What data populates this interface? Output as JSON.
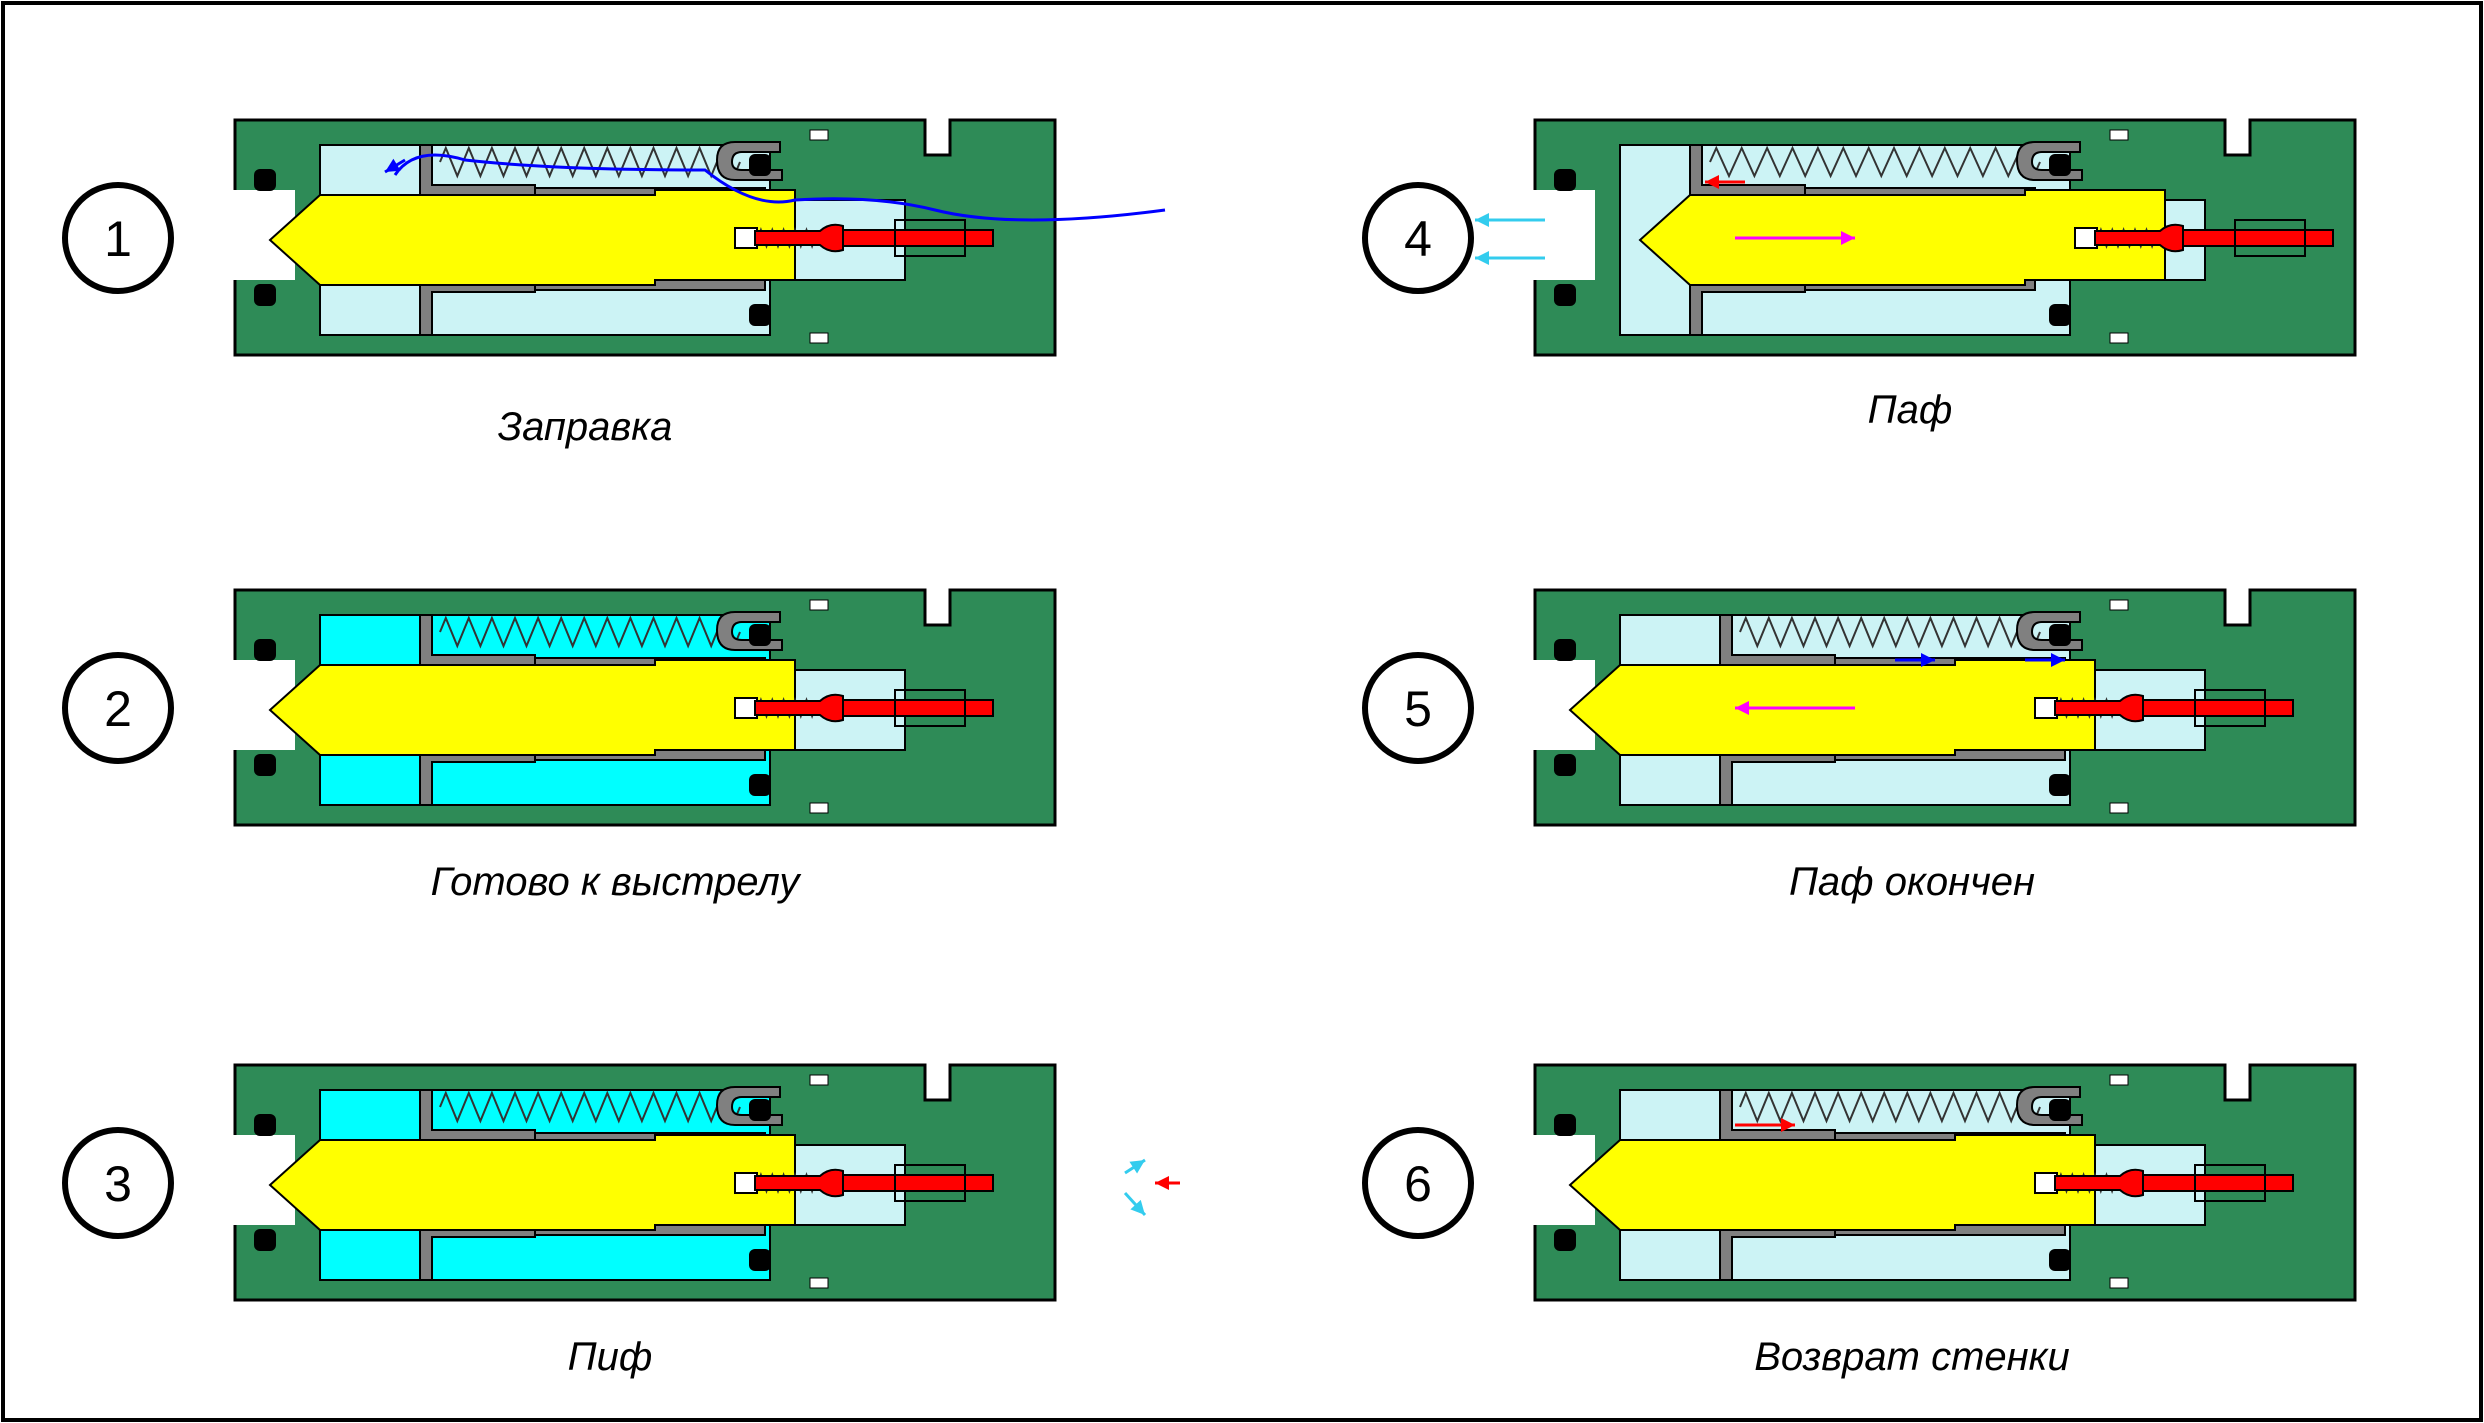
{
  "colors": {
    "body": "#2e8b57",
    "chamber_light": "#ccf3f5",
    "chamber_full": "#00ffff",
    "piston": "#ffff00",
    "valve": "#ff0000",
    "wall": "#808080",
    "arrow_blue": "#0000ff",
    "arrow_cyan": "#33ccee",
    "arrow_magenta": "#ff00ff",
    "arrow_red": "#ff0000"
  },
  "stages": [
    {
      "number": "1",
      "caption": "Заправка",
      "chamber": "light",
      "piston_pos": "back",
      "arrows": [
        "fill-flow"
      ],
      "icons": [
        "airflow-line-icon"
      ]
    },
    {
      "number": "2",
      "caption": "Готово к выстрелу",
      "chamber": "full",
      "piston_pos": "back",
      "arrows": [],
      "icons": []
    },
    {
      "number": "3",
      "caption": "Пиф",
      "chamber": "full",
      "piston_pos": "back",
      "arrows": [
        "trigger-in",
        "vent-out"
      ],
      "icons": [
        "arrow-left-icon",
        "vent-arrows-icon"
      ]
    },
    {
      "number": "4",
      "caption": "Паф",
      "chamber": "light",
      "piston_pos": "forward",
      "arrows": [
        "exhaust",
        "piston-forward"
      ],
      "icons": [
        "exhaust-arrows-icon",
        "arrow-right-icon"
      ]
    },
    {
      "number": "5",
      "caption": "Паф окончен",
      "chamber": "light",
      "piston_pos": "back",
      "arrows": [
        "piston-back",
        "flow-right"
      ],
      "icons": [
        "arrow-left-icon",
        "arrow-right-icon"
      ]
    },
    {
      "number": "6",
      "caption": "Возврат стенки",
      "chamber": "light",
      "piston_pos": "back",
      "arrows": [
        "wall-return"
      ],
      "icons": [
        "arrow-right-icon"
      ]
    }
  ]
}
